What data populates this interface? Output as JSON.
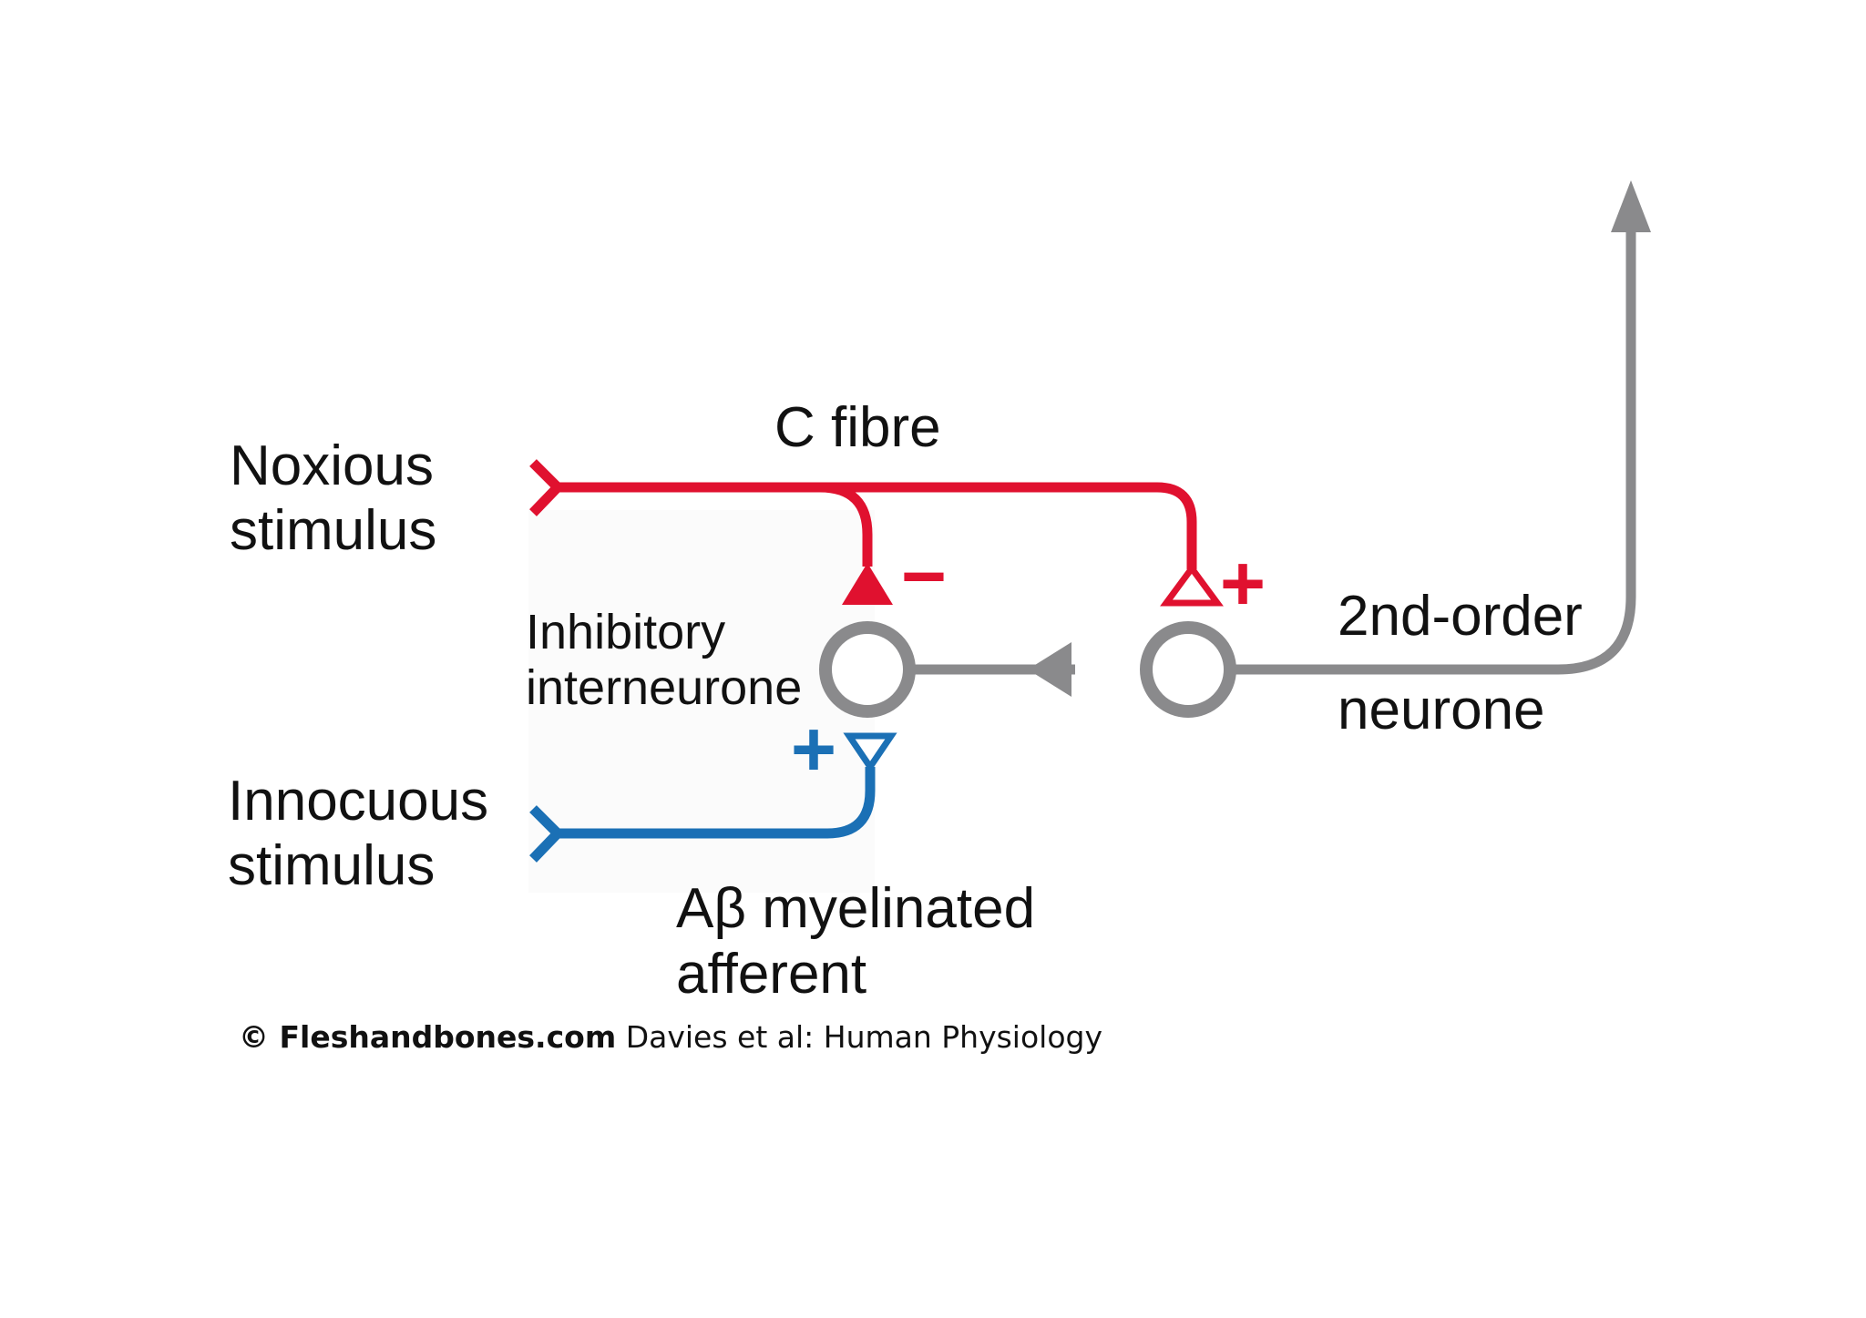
{
  "labels": {
    "noxious_line1": "Noxious",
    "noxious_line2": "stimulus",
    "innocuous_line1": "Innocuous",
    "innocuous_line2": "stimulus",
    "c_fibre": "C fibre",
    "inhibitory_line1": "Inhibitory",
    "inhibitory_line2": "interneurone",
    "second_order_line1": "2nd-order",
    "second_order_line2": "neurone",
    "abeta_line1": "Aβ myelinated",
    "abeta_line2": "afferent"
  },
  "signs": {
    "inhibitory_minus": "−",
    "excitatory_plus_c": "+",
    "excitatory_plus_abeta": "+"
  },
  "credit": {
    "brand": "© Fleshandbones.com",
    "source": " Davies et al: Human Physiology"
  },
  "colors": {
    "c_fibre": "#e0112f",
    "abeta_fibre": "#1b70b5",
    "neurone": "#8a8a8c",
    "text": "#111111"
  }
}
